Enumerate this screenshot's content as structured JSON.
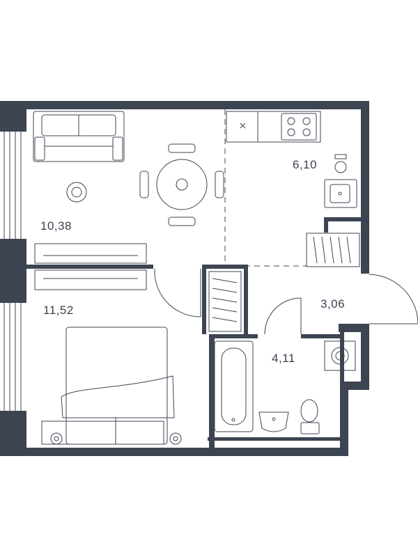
{
  "colors": {
    "wall": "#3d4452",
    "line": "#3d4452",
    "background": "#ffffff"
  },
  "rooms": [
    {
      "id": "living",
      "area": "10,38"
    },
    {
      "id": "kitchen",
      "area": "6,10"
    },
    {
      "id": "bedroom",
      "area": "11,52"
    },
    {
      "id": "hall",
      "area": "3,06"
    },
    {
      "id": "bathroom",
      "area": "4,11"
    }
  ],
  "icons": [
    "sofa-icon",
    "dining-table-icon",
    "chair-icon",
    "rug-icon",
    "kitchen-counter-icon",
    "stove-icon",
    "sink-icon",
    "boiler-icon",
    "wardrobe-icon",
    "tv-stand-icon",
    "bed-icon",
    "nightstand-lamp-icon",
    "bathtub-icon",
    "washbasin-icon",
    "toilet-icon",
    "washing-machine-icon",
    "door-swing-icon",
    "window-icon"
  ]
}
